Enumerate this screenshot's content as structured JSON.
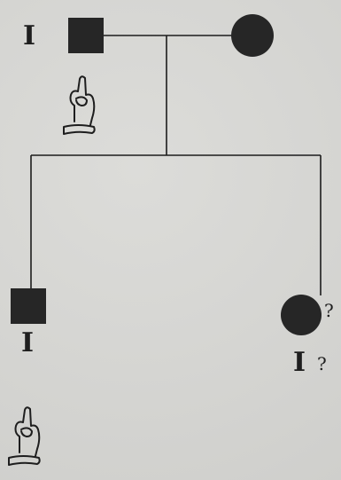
{
  "pedigree": {
    "generation_labels": {
      "father": "I",
      "son": "I",
      "daughter": "I"
    },
    "queries": {
      "daughter_symbol": "?",
      "daughter_label": "?"
    },
    "symbol_color": "#262626",
    "line_color": "#1c1c1c",
    "background_color": "#d6d6d3"
  }
}
